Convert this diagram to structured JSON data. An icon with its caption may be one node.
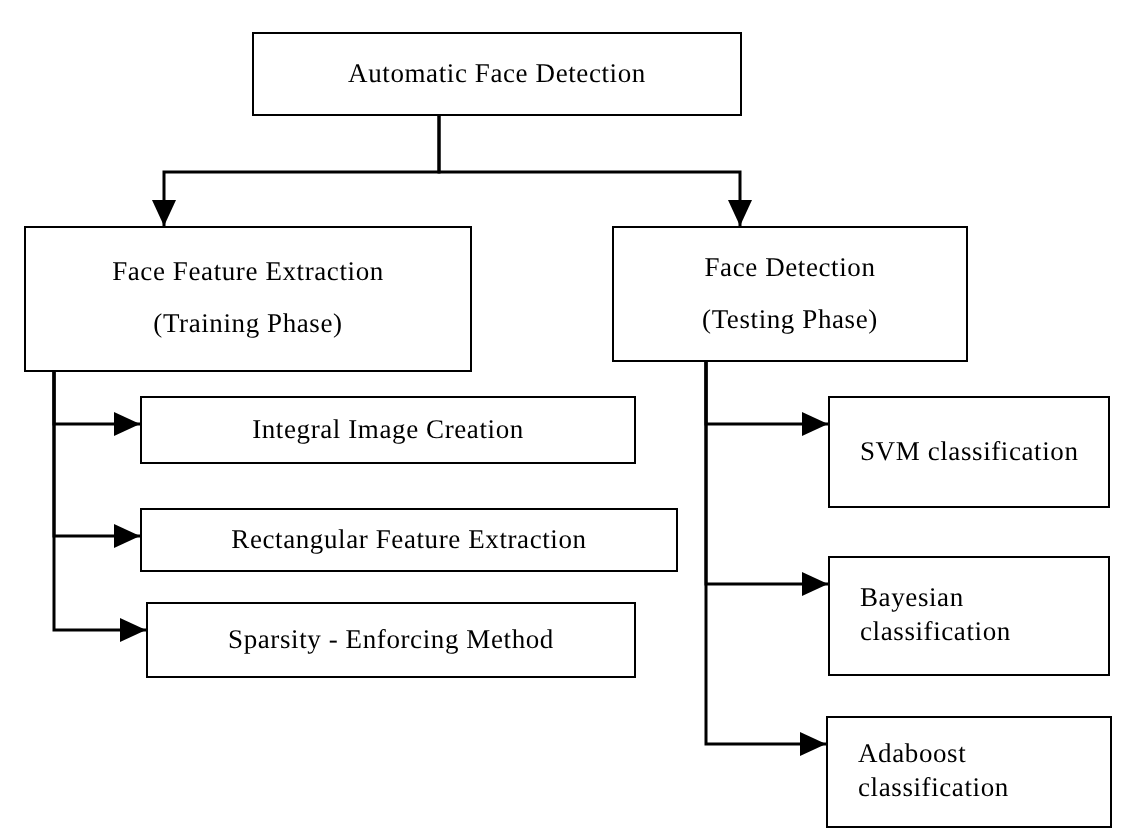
{
  "diagram": {
    "nodes": [
      {
        "text": [
          "Automatic Face Detection"
        ]
      },
      {
        "text": [
          "Face Feature Extraction",
          "(Training Phase)"
        ]
      },
      {
        "text": [
          "Face Detection",
          "(Testing Phase)"
        ]
      },
      {
        "text": [
          "Integral Image Creation"
        ]
      },
      {
        "text": [
          "Rectangular Feature Extraction"
        ]
      },
      {
        "text": [
          "Sparsity - Enforcing Method"
        ]
      },
      {
        "text": [
          "SVM classification"
        ]
      },
      {
        "text": [
          "Bayesian classification"
        ]
      },
      {
        "text": [
          "Adaboost classification"
        ]
      }
    ],
    "edges": [
      {
        "from": 0,
        "to": 1,
        "arrow": "to"
      },
      {
        "from": 0,
        "to": 2,
        "arrow": "to"
      },
      {
        "from": 1,
        "to": 3,
        "arrow": "to"
      },
      {
        "from": 1,
        "to": 4,
        "arrow": "to"
      },
      {
        "from": 1,
        "to": 5,
        "arrow": "to"
      },
      {
        "from": 2,
        "to": 6,
        "arrow": "to"
      },
      {
        "from": 2,
        "to": 7,
        "arrow": "to"
      },
      {
        "from": 2,
        "to": 8,
        "arrow": "to"
      }
    ]
  }
}
